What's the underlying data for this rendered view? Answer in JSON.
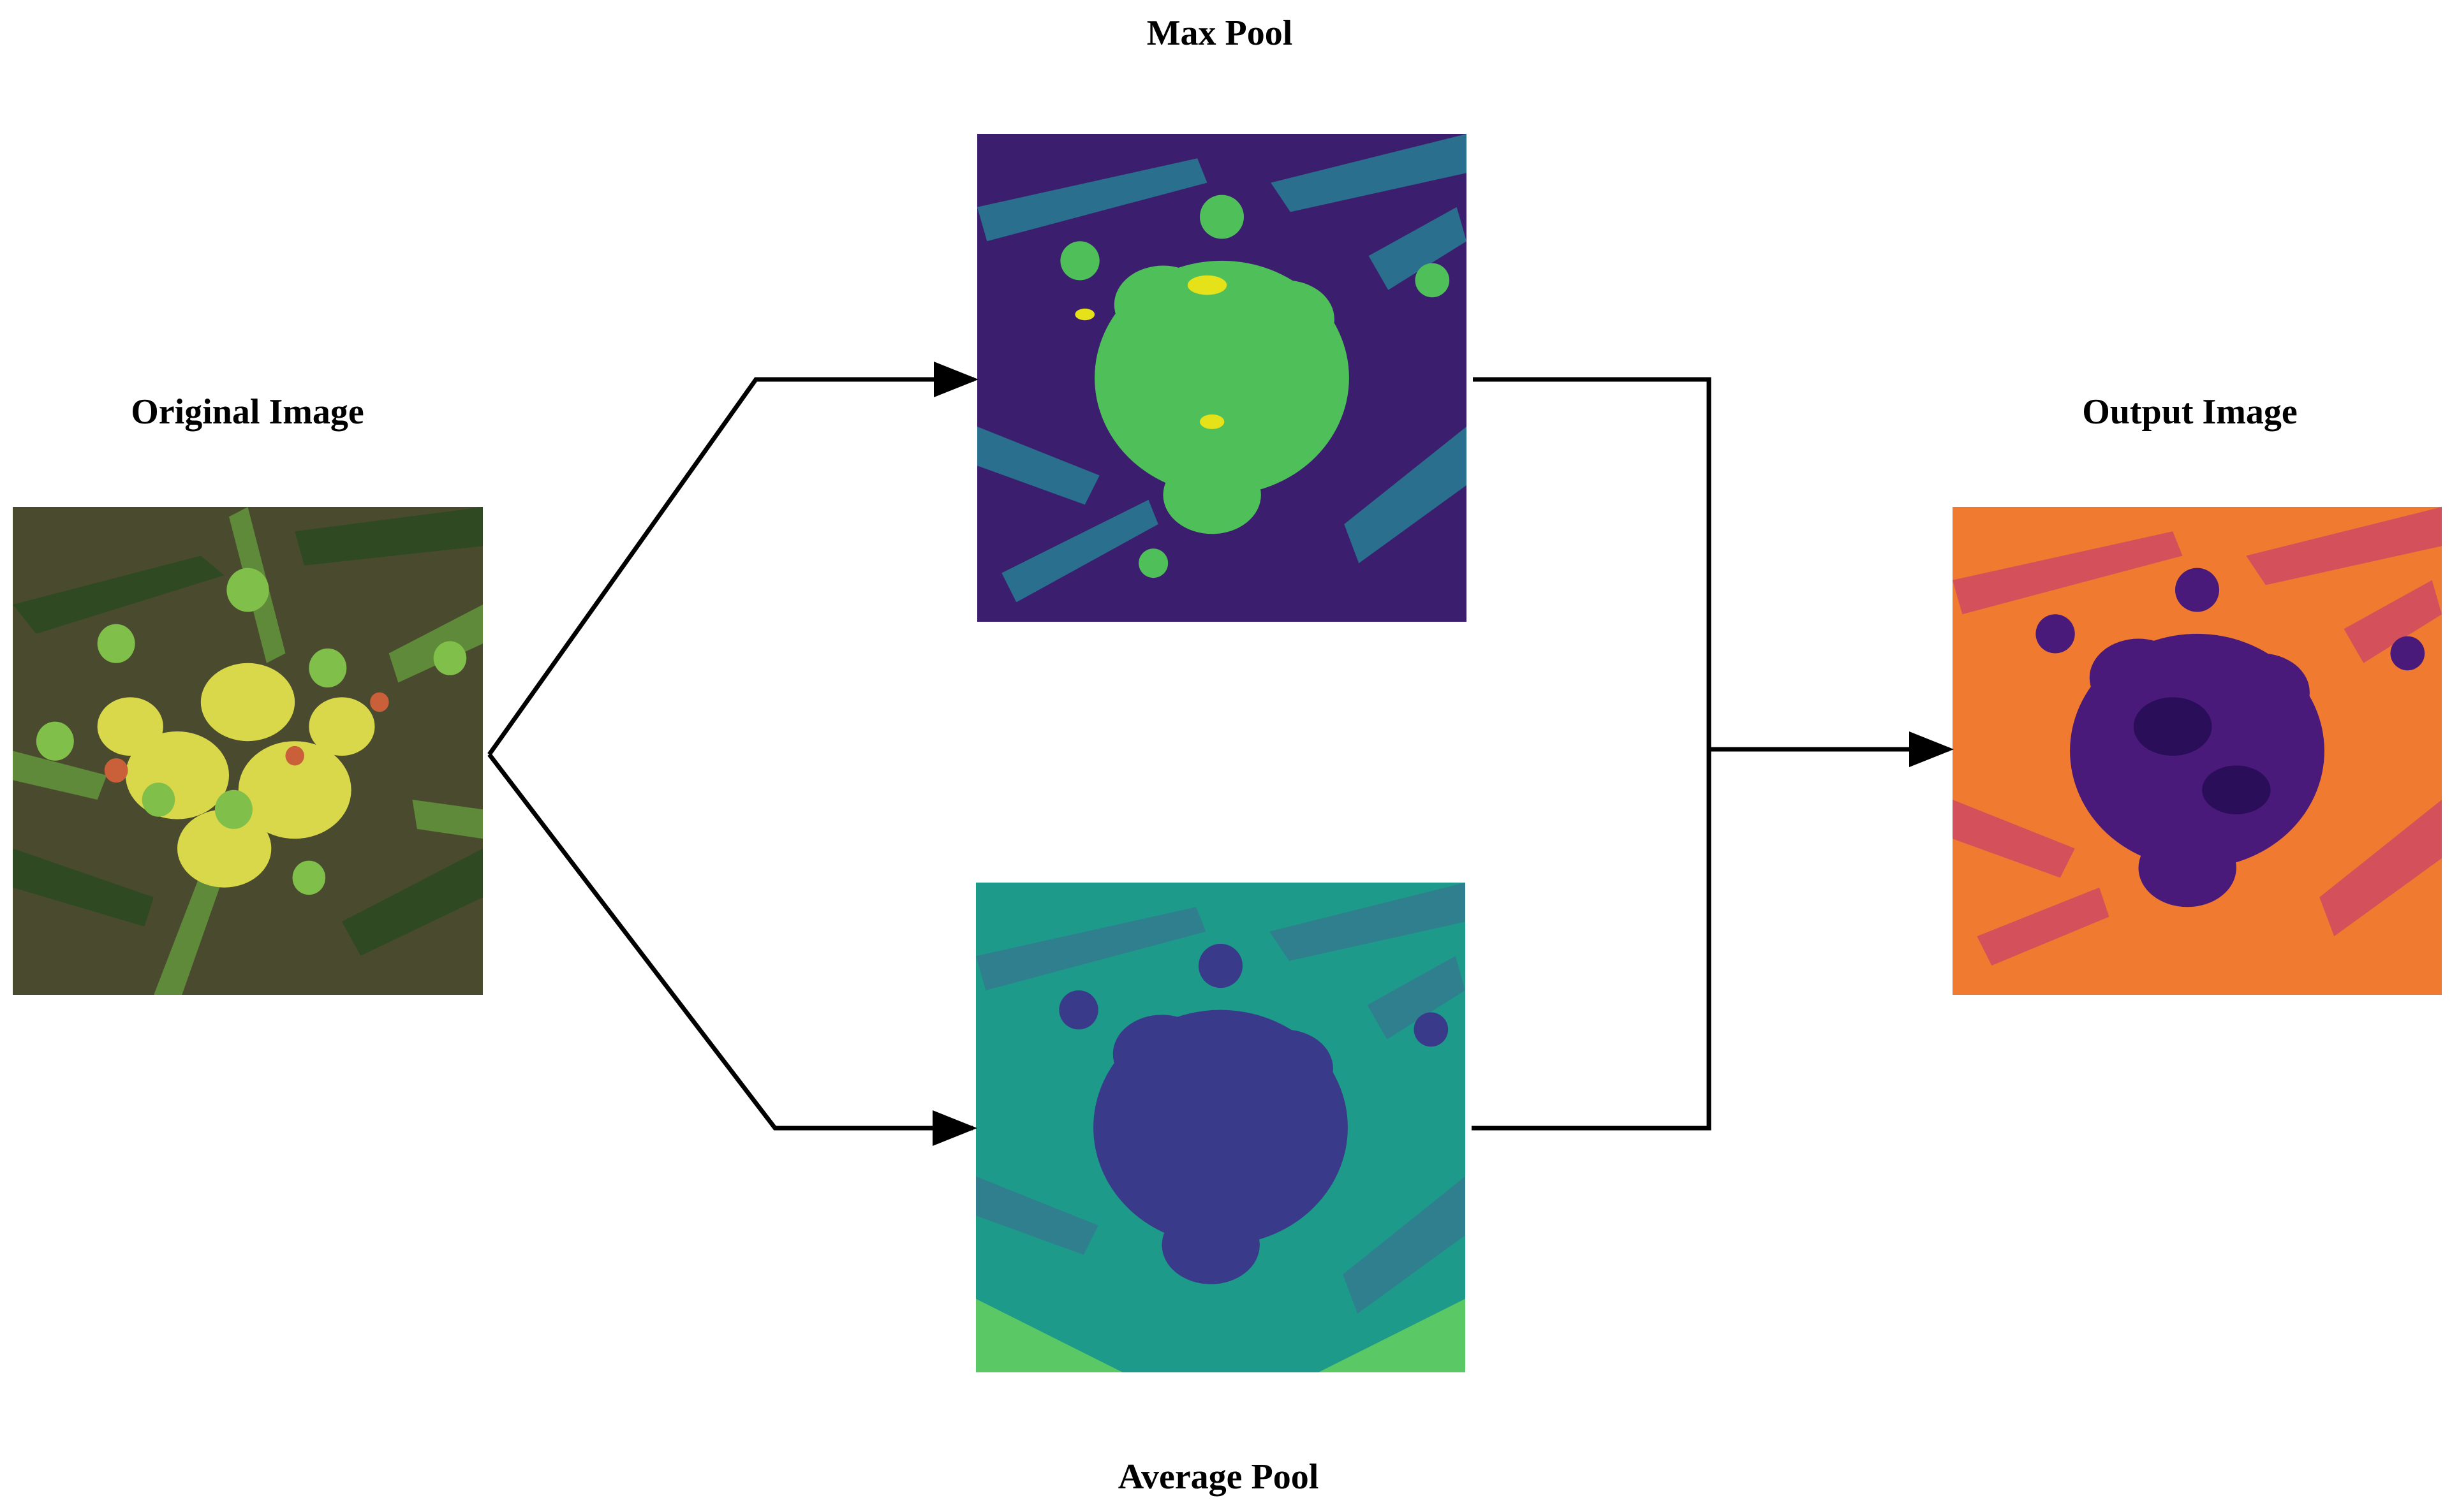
{
  "labels": {
    "max_pool": "Max Pool",
    "original_image": "Original Image",
    "output_image": "Output Image",
    "average_pool": "Average Pool"
  },
  "palettes": {
    "original": {
      "background": "#4a4a2e",
      "leaf": "#5f8a3a",
      "leaf_dark": "#2f4a22",
      "flower": "#d8d84a",
      "bud": "#7fbf4a",
      "accent": "#c9603a"
    },
    "max_pool": {
      "background": "#3b1f6e",
      "leaf": "#2a6f8e",
      "subject": "#4fbf5a",
      "highlight": "#e6e21a"
    },
    "average_pool": {
      "background": "#1e9a8a",
      "leaf": "#2f7f8e",
      "subject": "#3a3a8a",
      "bright": "#5ac864"
    },
    "output": {
      "background": "#f07a30",
      "leaf": "#d4505a",
      "subject": "#4a1a7a",
      "dark": "#2a0e5a"
    }
  },
  "arrow_color": "#000000"
}
